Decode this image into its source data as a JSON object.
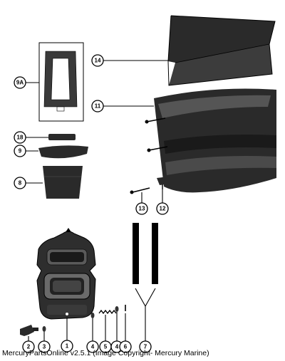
{
  "callouts": {
    "c14": "14",
    "c9a": "9A",
    "c11": "11",
    "c18": "18",
    "c9": "9",
    "c8": "8",
    "c13": "13",
    "c12": "12",
    "c2": "2",
    "c3": "3",
    "c1": "1",
    "c4a": "4",
    "c5": "5",
    "c4b": "4",
    "c6": "6",
    "c7": "7"
  },
  "caption": "MercuryPartsOnline v2.5.1 (Image Copyright- Mercury Marine)",
  "colors": {
    "ink": "#000000",
    "part_fill": "#2a2a2a",
    "background": "#ffffff"
  }
}
